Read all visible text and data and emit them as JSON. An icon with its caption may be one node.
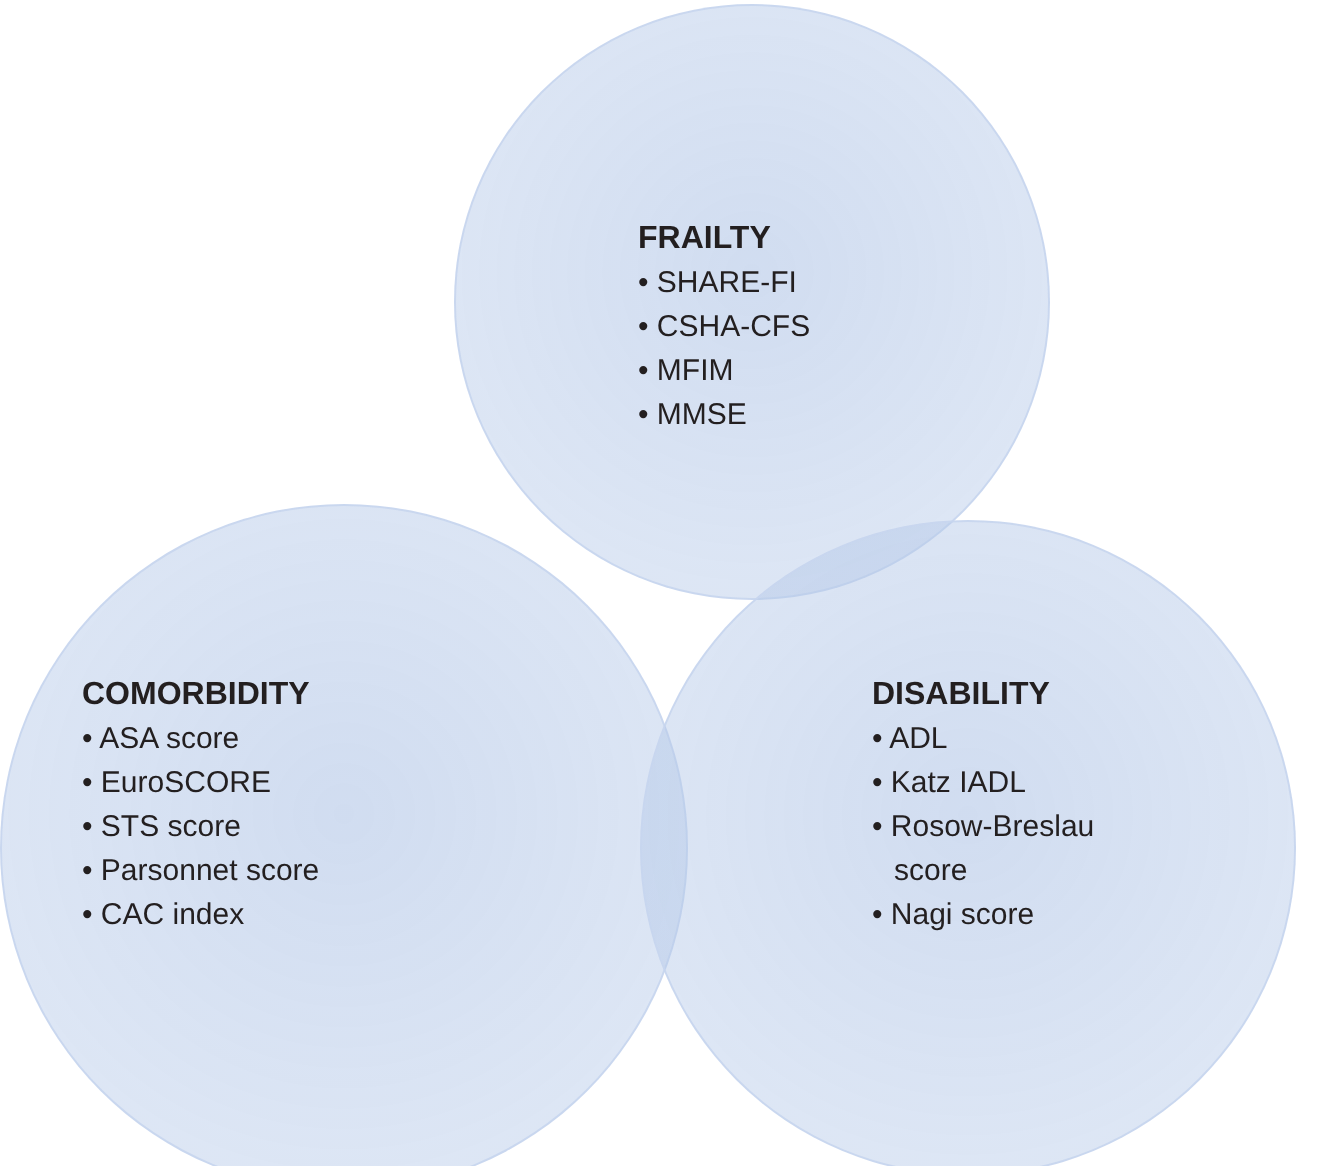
{
  "diagram": {
    "nodes": [
      {
        "text": [
          "FRAILTY",
          "• SHARE-FI",
          "• CSHA-CFS",
          "• MFIM",
          "• MMSE"
        ]
      },
      {
        "text": [
          "COMORBIDITY",
          "• ASA score",
          "• EuroSCORE",
          "• STS score",
          "• Parsonnet score",
          "• CAC index"
        ]
      },
      {
        "text": [
          "DISABILITY",
          "• ADL",
          "• Katz IADL",
          "• Rosow-Breslau score",
          "• Nagi score"
        ]
      }
    ]
  }
}
